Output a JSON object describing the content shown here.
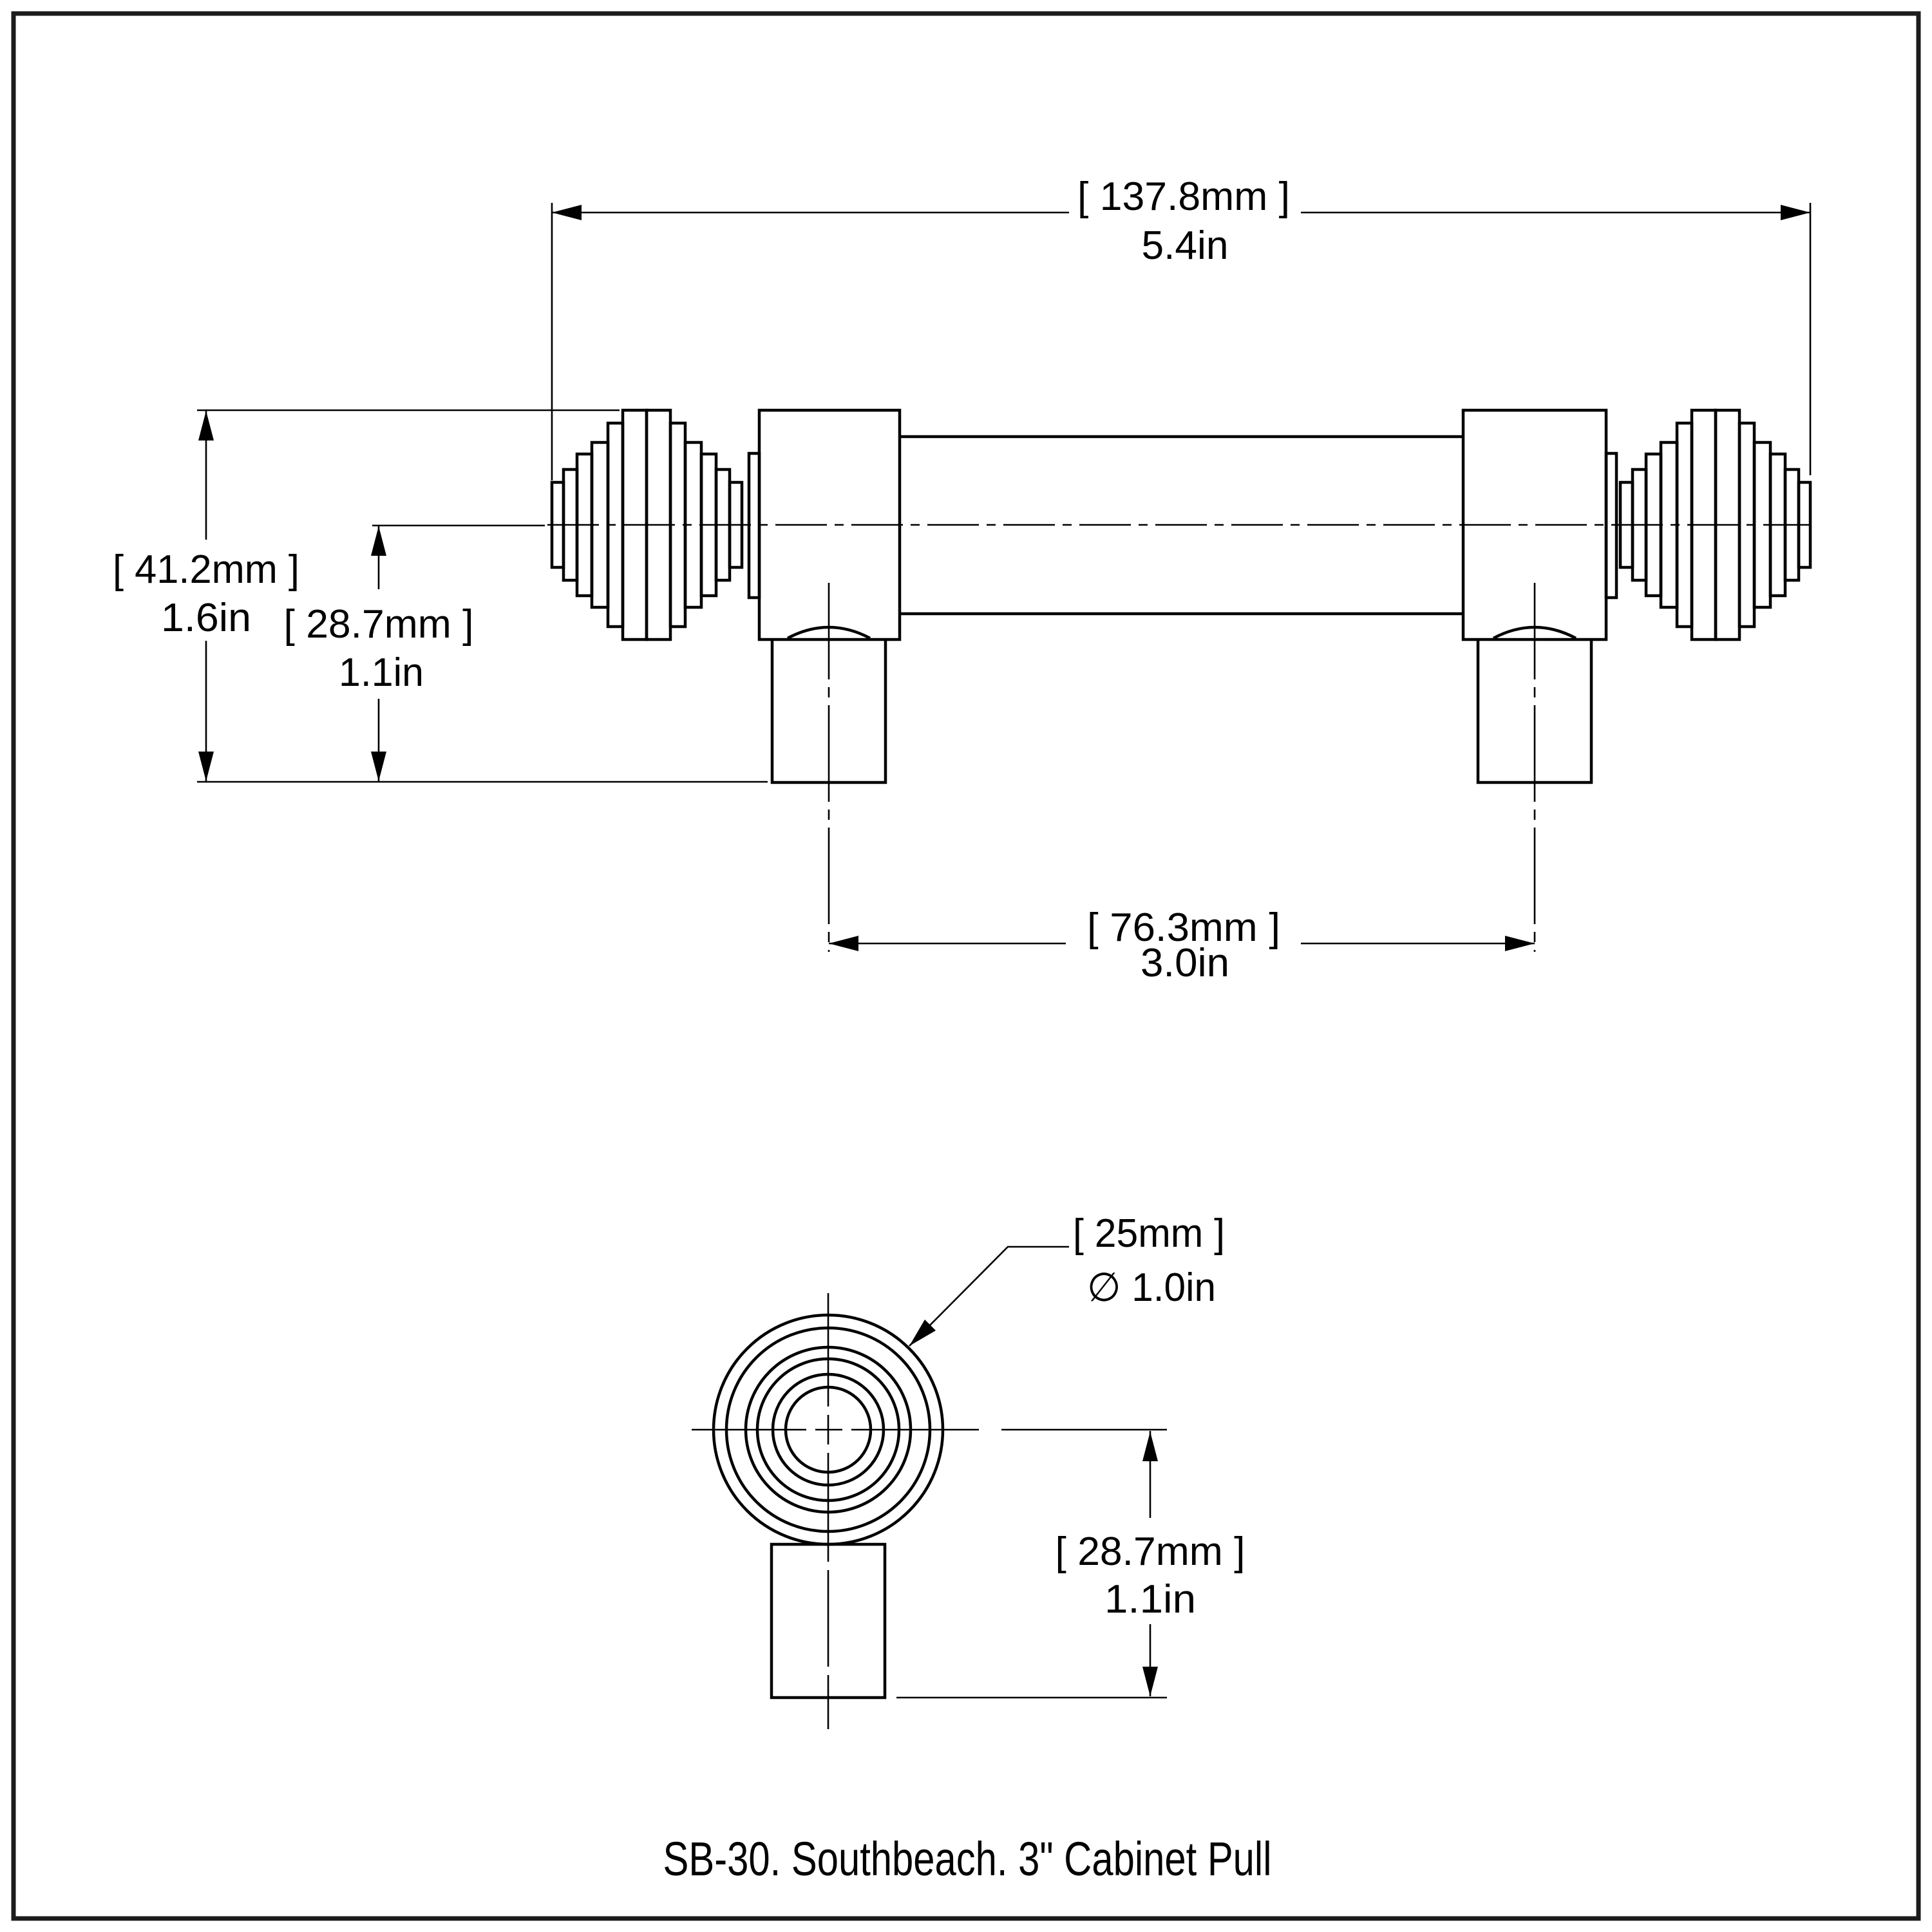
{
  "page": {
    "background": "#ffffff",
    "border_color": "#1b1b1b",
    "line_color": "#000000"
  },
  "caption": "SB-30. Southbeach. 3\" Cabinet Pull",
  "dimensions": {
    "overall_length": {
      "metric": "[ 137.8mm ]",
      "imperial": "5.4in"
    },
    "overall_height": {
      "metric": "[ 41.2mm ]",
      "imperial": "1.6in"
    },
    "front_projection": {
      "metric": "[ 28.7mm ]",
      "imperial": "1.1in"
    },
    "center_to_center": {
      "metric": "[ 76.3mm ]",
      "imperial": "3.0in"
    },
    "finial_diameter": {
      "metric": "[ 25mm ]",
      "imperial": "∅ 1.0in"
    },
    "side_projection": {
      "metric": "[ 28.7mm ]",
      "imperial": "1.1in"
    }
  }
}
